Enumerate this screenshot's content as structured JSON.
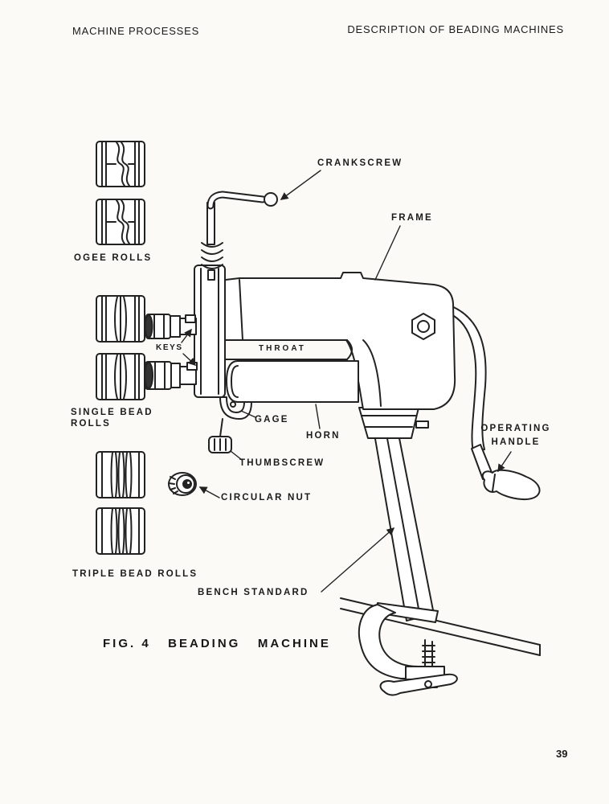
{
  "page": {
    "header_left": "MACHINE PROCESSES",
    "header_right": "DESCRIPTION OF BEADING MACHINES",
    "caption": "FIG. 4   BEADING   MACHINE",
    "page_number": "39"
  },
  "roll_labels": {
    "ogee": "OGEE ROLLS",
    "single_bead": "SINGLE BEAD\nROLLS",
    "triple_bead": "TRIPLE BEAD ROLLS"
  },
  "part_labels": {
    "crankscrew": "CRANKSCREW",
    "frame": "FRAME",
    "keys": "KEYS",
    "throat": "THROAT",
    "gage": "GAGE",
    "horn": "HORN",
    "thumbscrew": "THUMBSCREW",
    "circular_nut": "CIRCULAR NUT",
    "operating_handle": "OPERATING\nHANDLE",
    "bench_standard": "BENCH STANDARD"
  }
}
